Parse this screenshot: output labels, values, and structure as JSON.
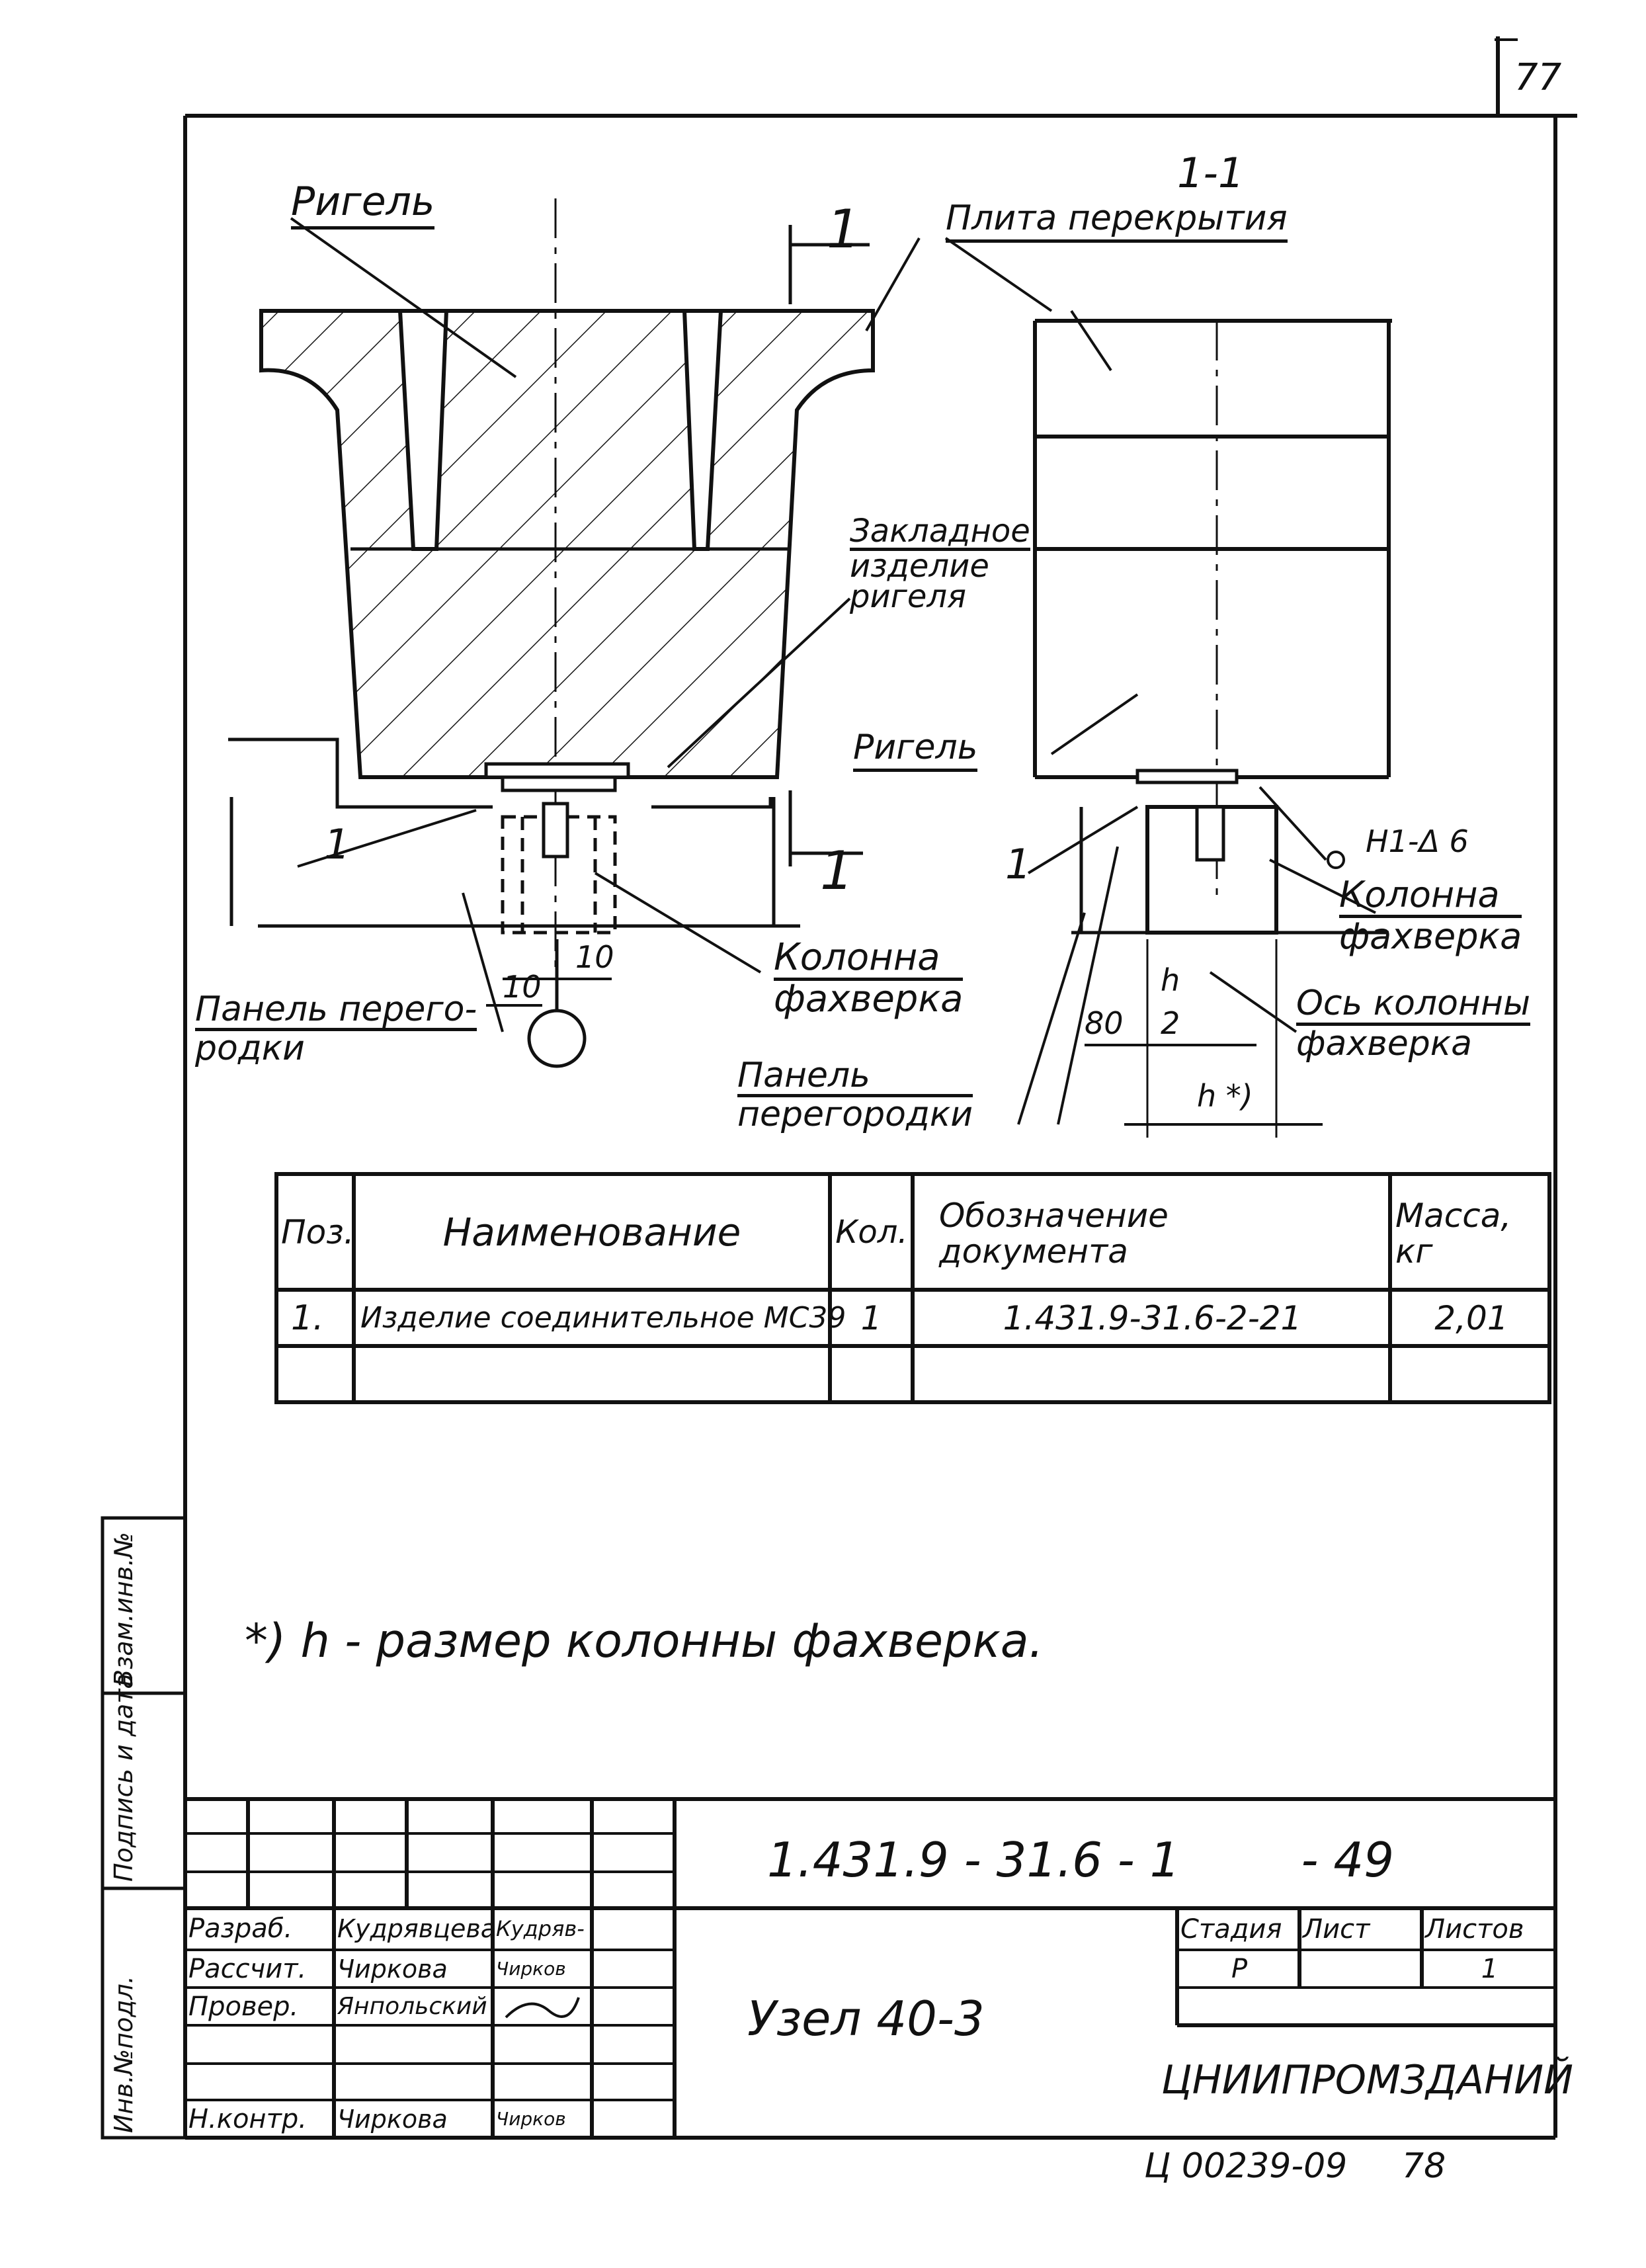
{
  "page": {
    "sheet_number": "77",
    "archive_code": "Ц 00239-09",
    "archive_page": "78",
    "footnote": "*) h - размер колонны фахверка."
  },
  "drawing": {
    "left_labels": {
      "rigel_top": "Ригель",
      "section_mark_top": "1",
      "slab": "Плита перекрытия",
      "embedded": [
        "Закладное",
        "изделие",
        "ригеля"
      ],
      "pos_left": "1",
      "section_mark_bottom": "1",
      "column_left": [
        "Колонна",
        "фахверка"
      ],
      "panel_left": [
        "Панель перего-",
        "родки"
      ],
      "dim_10a": "10",
      "dim_10b": "10",
      "panel_center": [
        "Панель",
        "перегородки"
      ]
    },
    "right_labels": {
      "section_title": "1-1",
      "rigel_right": "Ригель",
      "pos_right": "1",
      "weld": "Н1-Δ 6",
      "column_right": [
        "Колонна",
        "фахверка"
      ],
      "axis": [
        "Ось колонны",
        "фахверка"
      ],
      "dim_80": "80",
      "dim_h_half_num": "h",
      "dim_h_half_den": "2",
      "dim_h": "h *)"
    }
  },
  "spec_table": {
    "headers": [
      "Поз.",
      "Наименование",
      "Кол.",
      "Обозначение документа",
      "Масса, кг"
    ],
    "rows": [
      [
        "1.",
        "Изделие соединительное МС39",
        "1",
        "1.431.9-31.6-2-21",
        "2,01"
      ],
      [
        "",
        "",
        "",
        "",
        ""
      ]
    ]
  },
  "title_block": {
    "designation": "1.431.9 - 31.6 - 1        - 49",
    "roles": [
      {
        "role": "Разраб.",
        "name": "Кудрявцева",
        "sign": "Кудряв-"
      },
      {
        "role": "Рассчит.",
        "name": "Чиркова",
        "sign": "Чирков"
      },
      {
        "role": "Провер.",
        "name": "Янпольский",
        "sign": ""
      },
      {
        "role": "",
        "name": "",
        "sign": ""
      },
      {
        "role": "Н.контр.",
        "name": "Чиркова",
        "sign": "Чирков"
      }
    ],
    "title": "Узел 40-3",
    "stage_header": "Стадия",
    "sheet_header": "Лист",
    "sheets_header": "Листов",
    "stage": "Р",
    "sheet": "",
    "sheets": "1",
    "organization": "ЦНИИПРОМЗДАНИЙ"
  },
  "side_stamp": {
    "inv": "Инв.№подл.",
    "sign_date": "Подпись и дата",
    "replace": "Взам.инв.№"
  }
}
